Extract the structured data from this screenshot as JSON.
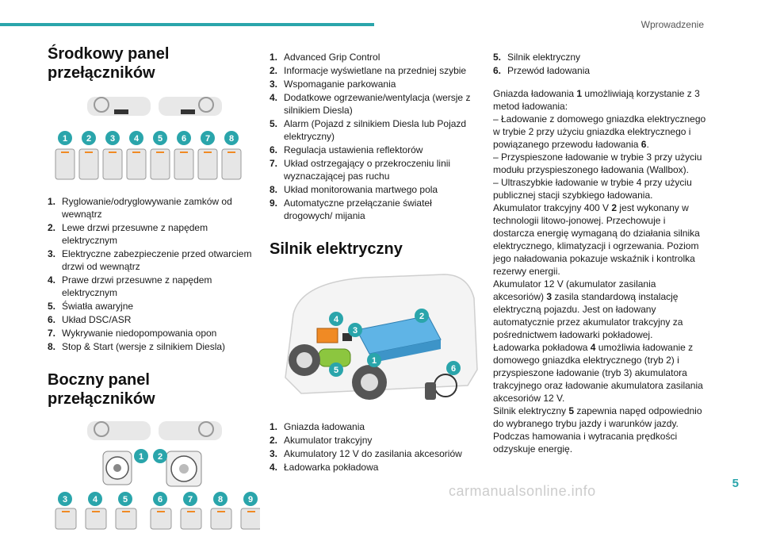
{
  "header": {
    "section": "Wprowadzenie",
    "page_number": "5"
  },
  "watermark": "carmanualsonline.info",
  "col1": {
    "title1": "Środkowy panel przełączników",
    "callouts1": [
      "1",
      "2",
      "3",
      "4",
      "5",
      "6",
      "7",
      "8"
    ],
    "items1": [
      {
        "n": "1.",
        "text": "Ryglowanie/odryglowywanie zamków od wewnątrz"
      },
      {
        "n": "2.",
        "text": "Lewe drzwi przesuwne z napędem elektrycznym"
      },
      {
        "n": "3.",
        "text": "Elektryczne zabezpieczenie przed otwarciem drzwi od wewnątrz"
      },
      {
        "n": "4.",
        "text": "Prawe drzwi przesuwne z napędem elektrycznym"
      },
      {
        "n": "5.",
        "text": "Światła awaryjne"
      },
      {
        "n": "6.",
        "text": "Układ DSC/ASR"
      },
      {
        "n": "7.",
        "text": "Wykrywanie niedopompowania opon"
      },
      {
        "n": "8.",
        "text": "Stop & Start (wersje z silnikiem Diesla)"
      }
    ],
    "title2": "Boczny panel przełączników",
    "callouts2": [
      "1",
      "2",
      "3",
      "4",
      "5",
      "6",
      "7",
      "8",
      "9"
    ]
  },
  "col2": {
    "items": [
      {
        "n": "1.",
        "text": "Advanced Grip Control"
      },
      {
        "n": "2.",
        "text": "Informacje wyświetlane na przedniej szybie"
      },
      {
        "n": "3.",
        "text": "Wspomaganie parkowania"
      },
      {
        "n": "4.",
        "text": "Dodatkowe ogrzewanie/wentylacja (wersje z silnikiem Diesla)"
      },
      {
        "n": "5.",
        "text": "Alarm (Pojazd z silnikiem Diesla lub Pojazd elektryczny)"
      },
      {
        "n": "6.",
        "text": "Regulacja ustawienia reflektorów"
      },
      {
        "n": "7.",
        "text": "Układ ostrzegający o przekroczeniu linii wyznaczającej pas ruchu"
      },
      {
        "n": "8.",
        "text": "Układ monitorowania martwego pola"
      },
      {
        "n": "9.",
        "text": "Automatyczne przełączanie świateł drogowych/ mijania"
      }
    ],
    "title": "Silnik elektryczny",
    "callouts": [
      "1",
      "2",
      "3",
      "4",
      "5",
      "6"
    ],
    "items2": [
      {
        "n": "1.",
        "text": "Gniazda ładowania"
      },
      {
        "n": "2.",
        "text": "Akumulator trakcyjny"
      },
      {
        "n": "3.",
        "text": "Akumulatory 12 V do zasilania akcesoriów"
      },
      {
        "n": "4.",
        "text": "Ładowarka pokładowa"
      }
    ]
  },
  "col3": {
    "items": [
      {
        "n": "5.",
        "text": "Silnik elektryczny"
      },
      {
        "n": "6.",
        "text": "Przewód ładowania"
      }
    ],
    "p1a": "Gniazda ładowania ",
    "p1b": "1",
    "p1c": " umożliwiają korzystanie z 3 metod ładowania:",
    "p2": "– Ładowanie z domowego gniazdka elektrycznego w trybie 2 przy użyciu gniazdka elektrycznego i powiązanego przewodu ładowania ",
    "p2b": "6",
    "p2c": ".",
    "p3": "– Przyspieszone ładowanie w trybie 3 przy użyciu modułu przyspieszonego ładowania (Wallbox).",
    "p4": "– Ultraszybkie ładowanie w trybie 4 przy użyciu publicznej stacji szybkiego ładowania.",
    "p5a": "Akumulator trakcyjny 400 V ",
    "p5b": "2",
    "p5c": " jest wykonany w technologii litowo-jonowej. Przechowuje i dostarcza energię wymaganą do działania silnika elektrycznego, klimatyzacji i ogrzewania. Poziom jego naładowania pokazuje wskaźnik i kontrolka rezerwy energii.",
    "p6a": "Akumulator 12 V (akumulator zasilania akcesoriów) ",
    "p6b": "3",
    "p6c": " zasila standardową instalację elektryczną pojazdu. Jest on ładowany automatycznie przez akumulator trakcyjny za pośrednictwem ładowarki pokładowej.",
    "p7a": "Ładowarka pokładowa ",
    "p7b": "4",
    "p7c": " umożliwia ładowanie z domowego gniazdka elektrycznego (tryb 2) i przyspieszone ładowanie (tryb 3) akumulatora trakcyjnego oraz ładowanie akumulatora zasilania akcesoriów 12 V.",
    "p8a": "Silnik elektryczny ",
    "p8b": "5",
    "p8c": " zapewnia napęd odpowiednio do wybranego trybu jazdy i warunków jazdy. Podczas hamowania i wytracania prędkości odzyskuje energię."
  },
  "colors": {
    "accent": "#2aa5ab",
    "callout": "#2aa5ab",
    "battery": "#5fb4e6",
    "motor": "#8cc63f",
    "charger": "#f08a24"
  }
}
